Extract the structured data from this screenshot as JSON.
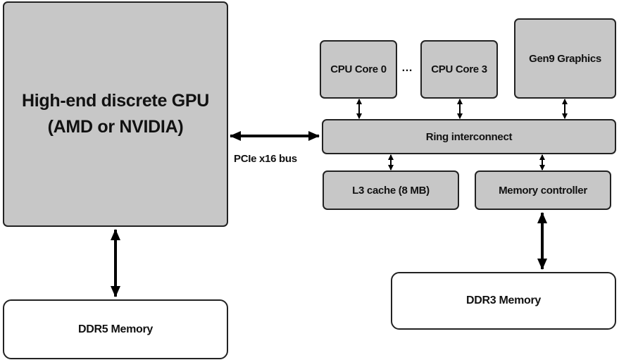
{
  "gpu": {
    "line1": "High-end discrete GPU",
    "line2": "(AMD or NVIDIA)"
  },
  "ddr5": {
    "label": "DDR5 Memory"
  },
  "pcie": {
    "label": "PCIe x16 bus"
  },
  "cpu_core_0": {
    "label": "CPU Core 0"
  },
  "ellipsis": {
    "label": "…"
  },
  "cpu_core_3": {
    "label": "CPU Core 3"
  },
  "graphics": {
    "label": "Gen9 Graphics"
  },
  "ring": {
    "label": "Ring interconnect"
  },
  "l3": {
    "label": "L3 cache (8 MB)"
  },
  "memctrl": {
    "label": "Memory controller"
  },
  "ddr3": {
    "label": "DDR3 Memory"
  },
  "colors": {
    "box_fill": "#c7c7c7",
    "memory_fill": "#ffffff",
    "stroke": "#222222",
    "arrow": "#000000"
  }
}
